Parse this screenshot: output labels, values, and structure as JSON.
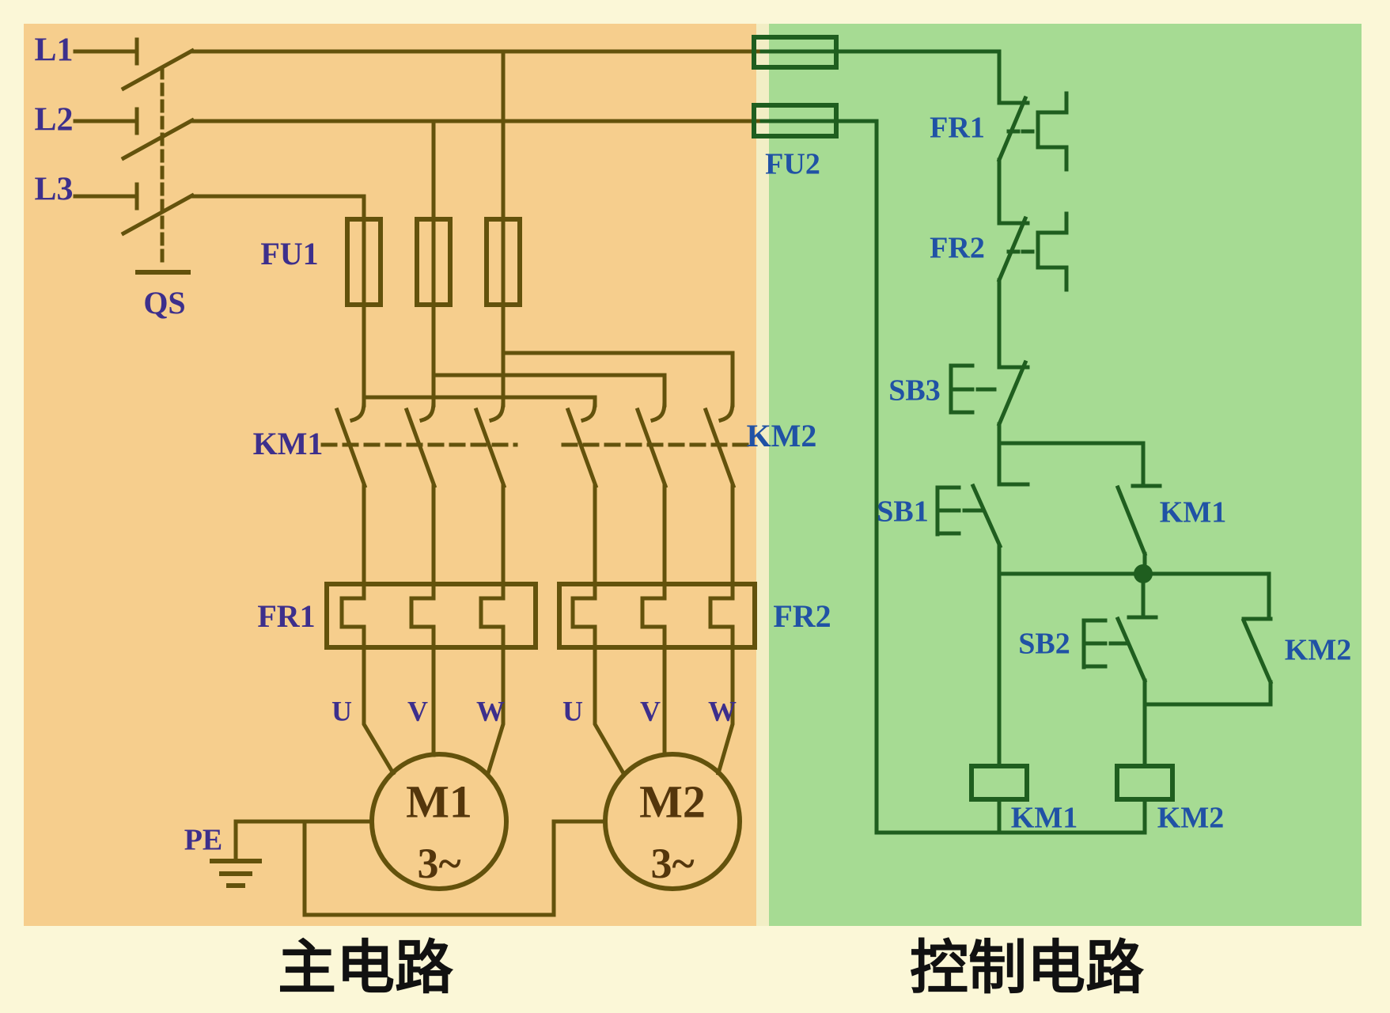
{
  "main": {
    "caption": "主电路",
    "phases": [
      "L1",
      "L2",
      "L3"
    ],
    "switch_label": "QS",
    "fuse_label": "FU1",
    "km1_label": "KM1",
    "km2_label": "KM2",
    "fr1_label": "FR1",
    "fr2_label": "FR2",
    "m1": {
      "name": "M1",
      "type": "3~",
      "terminals": [
        "U",
        "V",
        "W"
      ]
    },
    "m2": {
      "name": "M2",
      "type": "3~",
      "terminals": [
        "U",
        "V",
        "W"
      ]
    },
    "pe_label": "PE"
  },
  "control": {
    "caption": "控制电路",
    "fuse_label": "FU2",
    "fr1_label": "FR1",
    "fr2_label": "FR2",
    "sb3_label": "SB3",
    "sb1_label": "SB1",
    "sb2_label": "SB2",
    "km1_contact_label": "KM1",
    "km2_contact_label": "KM2",
    "km1_coil_label": "KM1",
    "km2_coil_label": "KM2"
  },
  "colors": {
    "background": "#FBF7D7",
    "panel_main": "#F6CE8D",
    "panel_divider": "#F2EEC5",
    "panel_control": "#A6DB93",
    "wire_main": "#63520C",
    "wire_control": "#1F5E1F",
    "label_main": "#3D2F8C",
    "label_control": "#2052A5",
    "motor_text": "#54360C",
    "caption_text": "#111111"
  }
}
